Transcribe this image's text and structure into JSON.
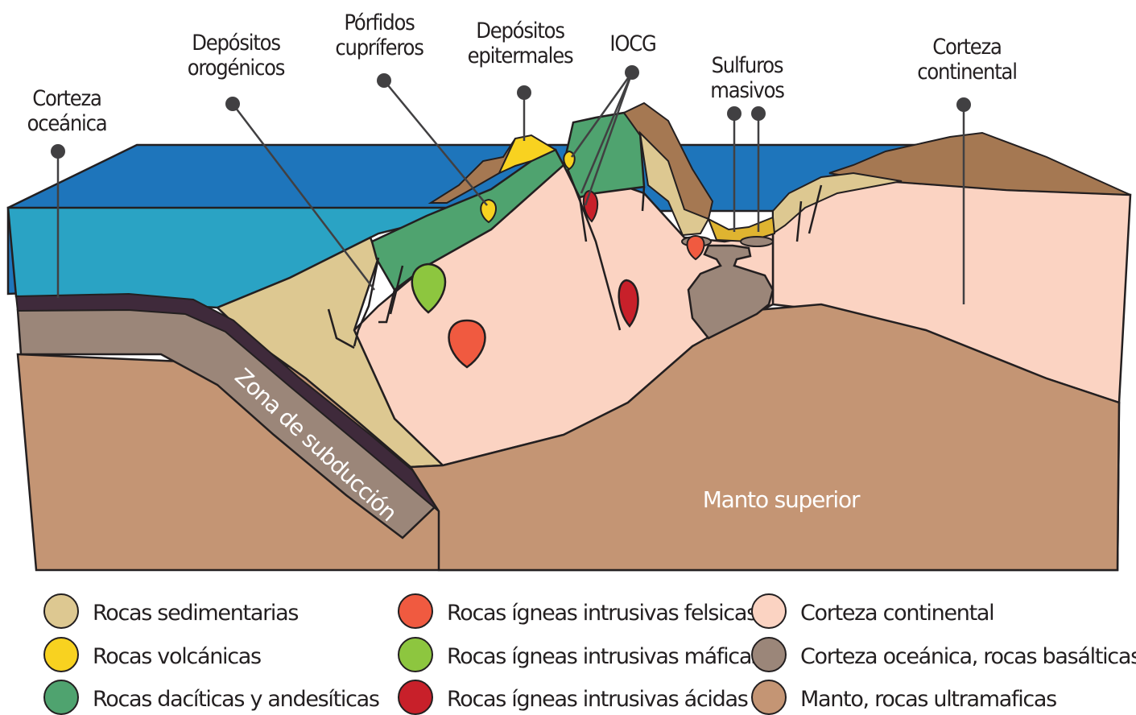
{
  "labels": {
    "corteza_oceanica": [
      "Corteza",
      "oceánica"
    ],
    "depositos_orogenicos": [
      "Depósitos",
      "orogénicos"
    ],
    "porfidos_cupriferos": [
      "Pórfidos",
      "cupríferos"
    ],
    "depositos_epitermales": [
      "Depósitos",
      "epitermales"
    ],
    "iocg": "IOCG",
    "sulfuros_masivos": [
      "Sulfuros",
      "masivos"
    ],
    "corteza_continental": [
      "Corteza",
      "continental"
    ],
    "zona_subduccion": "Zona de subducción",
    "manto_superior": "Manto superior"
  },
  "legend": [
    {
      "label": "Rocas sedimentarias",
      "color": "#ddc891"
    },
    {
      "label": "Rocas volcánicas",
      "color": "#f8d220"
    },
    {
      "label": "Rocas dacíticas y andesíticas",
      "color": "#4fa36f"
    },
    {
      "label": "Rocas ígneas intrusivas felsicas",
      "color": "#f05a40"
    },
    {
      "label": "Rocas ígneas intrusivas máficas",
      "color": "#8dc63f"
    },
    {
      "label": "Rocas ígneas intrusivas ácidas",
      "color": "#c8202a"
    },
    {
      "label": "Corteza continental",
      "color": "#fbd3c2"
    },
    {
      "label": "Corteza oceánica, rocas basálticas",
      "color": "#9b8679"
    },
    {
      "label": "Manto, rocas ultramaficas",
      "color": "#c49574"
    }
  ],
  "colors": {
    "ocean_top": "#1e75bb",
    "ocean_side": "#2aa3c4",
    "outline": "#231f20",
    "slab_dark": "#3f2a3b",
    "brown_cap": "#a57852"
  }
}
